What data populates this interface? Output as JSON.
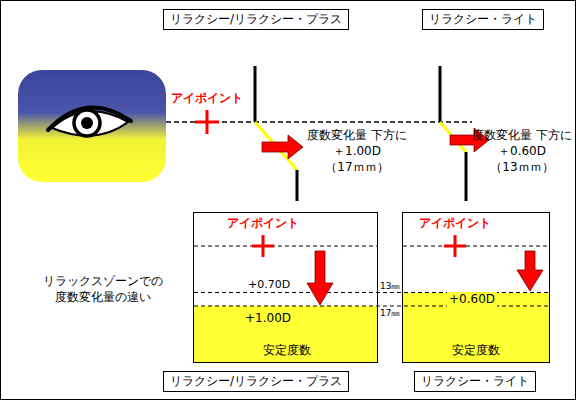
{
  "diagram": {
    "nodes": [
      {
        "text": [
          "リラクシー/リラクシー・プラス"
        ]
      },
      {
        "text": [
          "リラクシー・ライト"
        ]
      },
      {
        "text": [
          "アイポイント",
          "+0.70D"
        ]
      },
      {
        "text": [
          "+1.00D",
          "安定度数"
        ],
        "in": 2
      },
      {
        "text": [
          "アイポイント"
        ]
      },
      {
        "text": [
          "+0.60D",
          "安定度数"
        ],
        "in": 4
      },
      {
        "text": [
          "リラクシー/リラクシー・プラス"
        ]
      },
      {
        "text": [
          "リラクシー・ライト"
        ]
      }
    ],
    "labels": [
      "アイポイント",
      "度数変化量 下方に＋1.00D （17ｍｍ）",
      "度数変化量 下方に＋0.60D （13ｍｍ）",
      "リラックスゾーンでの 度数変化量の違い",
      "13㎜",
      "17㎜"
    ]
  }
}
